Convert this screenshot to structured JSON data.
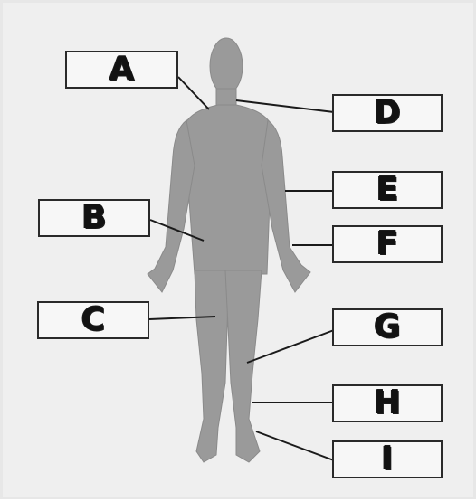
{
  "diagram": {
    "labels": [
      {
        "id": "a",
        "text": "A"
      },
      {
        "id": "b",
        "text": "B"
      },
      {
        "id": "c",
        "text": "C"
      },
      {
        "id": "d",
        "text": "D"
      },
      {
        "id": "e",
        "text": "E"
      },
      {
        "id": "f",
        "text": "F"
      },
      {
        "id": "g",
        "text": "G"
      },
      {
        "id": "h",
        "text": "H"
      },
      {
        "id": "i",
        "text": "I"
      }
    ],
    "colors": {
      "background": "#efefef",
      "body": "#9a9a9a",
      "outline": "#2a2a2a",
      "label_text": "#121212"
    }
  }
}
